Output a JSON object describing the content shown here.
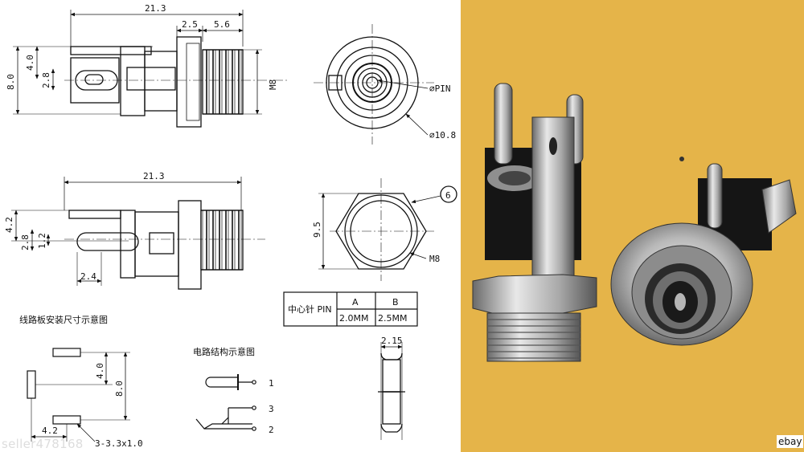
{
  "top_view": {
    "overall_length": "21.3",
    "flange_thickness": "2.5",
    "thread_length": "5.6",
    "height_total": "8.0",
    "height_upper": "4.0",
    "height_pin": "2.8",
    "thread_label": "M8"
  },
  "front_view": {
    "pin_label": "⌀PIN",
    "diameter_label": "⌀10.8"
  },
  "side_view": {
    "overall_length": "21.3",
    "height_upper": "4.2",
    "height_pin": "2.8",
    "pin_thickness": "1.2",
    "pin_offset": "2.4"
  },
  "nut_view": {
    "width": "9.5",
    "callout": "6",
    "thread_label": "M8",
    "thickness": "2.15"
  },
  "pin_table": {
    "header": [
      "中心针 PIN",
      "A",
      "B"
    ],
    "row": [
      "",
      "2.0MM",
      "2.5MM"
    ]
  },
  "pcb_layout": {
    "title": "线路板安装尺寸示意图",
    "dim_4_0": "4.0",
    "dim_8_0": "8.0",
    "dim_4_2": "4.2",
    "slot_label": "3-3.3x1.0"
  },
  "circuit": {
    "title": "电路结构示意图",
    "pin1": "1",
    "pin3": "3",
    "pin2": "2"
  },
  "photo": {
    "background_color": "#e5b449"
  },
  "watermarks": {
    "seller": "seller478168",
    "corner": "ebay"
  }
}
